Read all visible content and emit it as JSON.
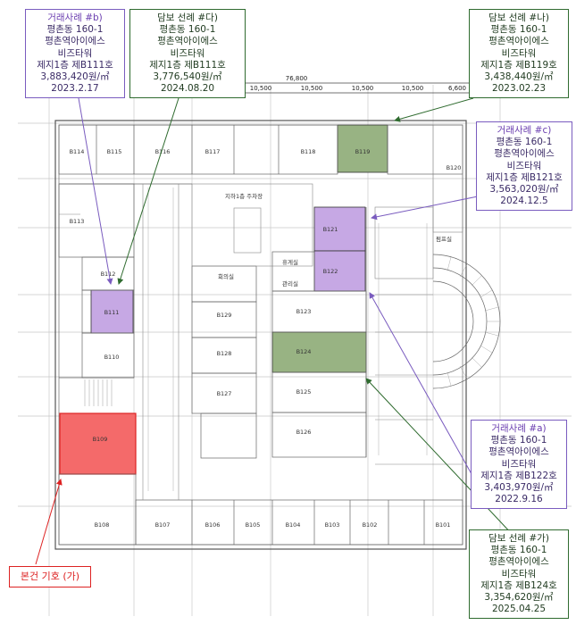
{
  "callouts": {
    "case_b": [
      "거래사례 #b)",
      "평촌동 160-1",
      "평촌역아이에스",
      "비즈타워",
      "제지1층 제B111호",
      "3,883,420원/㎡",
      "2023.2.17"
    ],
    "collateral_da": [
      "담보 선례 #다)",
      "평촌동 160-1",
      "평촌역아이에스",
      "비즈타워",
      "제지1층 제B111호",
      "3,776,540원/㎡",
      "2024.08.20"
    ],
    "collateral_na": [
      "담보 선례 #나)",
      "평촌동 160-1",
      "평촌역아이에스",
      "비즈타워",
      "제지1층 제B119호",
      "3,438,440원/㎡",
      "2023.02.23"
    ],
    "case_c": [
      "거래사례 #c)",
      "평촌동 160-1",
      "평촌역아이에스",
      "비즈타워",
      "제지1층 제B121호",
      "3,563,020원/㎡",
      "2024.12.5"
    ],
    "case_a": [
      "거래사례 #a)",
      "평촌동 160-1",
      "평촌역아이에스",
      "비즈타워",
      "제지1층 제B122호",
      "3,403,970원/㎡",
      "2022.9.16"
    ],
    "collateral_ga": [
      "담보 선례 #가)",
      "평촌동 160-1",
      "평촌역아이에스",
      "비즈타워",
      "제지1층 제B124호",
      "3,354,620원/㎡",
      "2025.04.25"
    ]
  },
  "subject_label": "본건 기호 (가)",
  "dimensions": {
    "total": "76,800",
    "segments": [
      "10,500",
      "10,500",
      "10,500",
      "10,500",
      "6,600"
    ]
  },
  "units": {
    "top_row": [
      "B114",
      "B115",
      "B116",
      "B117",
      "B118",
      "B119",
      "B120"
    ],
    "left_col": [
      "B113",
      "B112",
      "B111",
      "B110",
      "B109",
      "B108"
    ],
    "bottom_row": [
      "B107",
      "B106",
      "B105",
      "B104",
      "B103",
      "B102",
      "B101"
    ],
    "center_left": [
      "B129",
      "B128",
      "B127"
    ],
    "center_right": [
      "B121",
      "B122",
      "B123",
      "B124",
      "B125",
      "B126"
    ]
  },
  "room_labels": {
    "parking": "지하1층 주차장",
    "meeting": "회의실",
    "lounge": "휴게실",
    "office": "관리실",
    "pump": "펌프실"
  },
  "colors": {
    "highlight_subject": "#f46a6a",
    "highlight_purple": "#c6a8e4",
    "highlight_green": "#98b383",
    "callout_purple": "#7a5cbf",
    "callout_green": "#2f6b2f",
    "subject_red": "#dd2222"
  }
}
